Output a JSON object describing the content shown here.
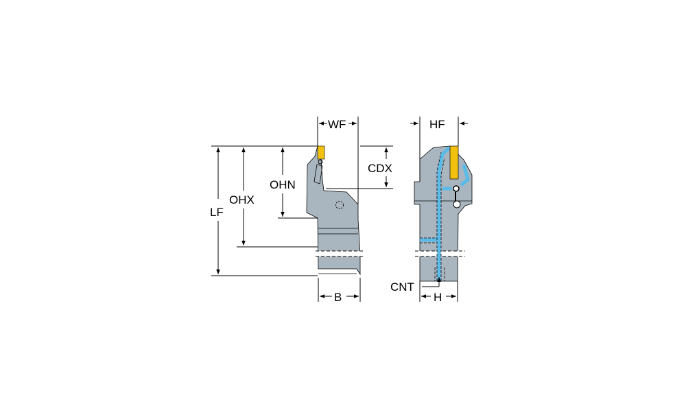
{
  "labels": {
    "wf": "WF",
    "cdx": "CDX",
    "ohn": "OHN",
    "ohx": "OHX",
    "lf": "LF",
    "b": "B",
    "hf": "HF",
    "cnt": "CNT",
    "h": "H"
  },
  "colors": {
    "body": "#a9b6c0",
    "insert": "#f2c10f",
    "coolant": "#5bbbe8",
    "line": "#000000"
  }
}
